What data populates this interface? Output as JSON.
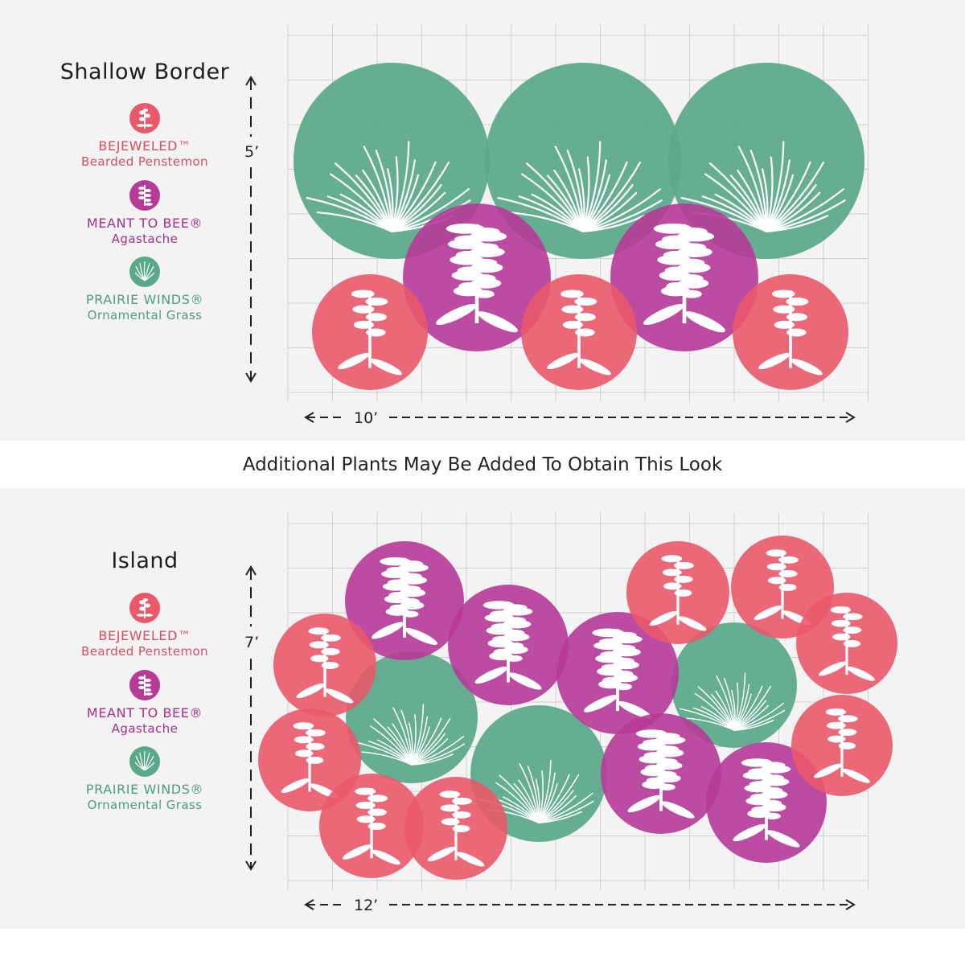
{
  "banner": "Additional Plants May Be Added To Obtain This Look",
  "colors": {
    "bejeweled": "#e9596a",
    "meant_to_bee": "#b63a98",
    "prairie_winds": "#5aa88a",
    "bejeweled_text": "#d84d63",
    "meant_to_bee_text": "#a52f8c",
    "prairie_winds_text": "#4f9d80",
    "background": "#f3f3f3"
  },
  "designs": [
    {
      "title": "Shallow Border",
      "height_label": "5’",
      "width_label": "10’",
      "legend": [
        {
          "name": "BEJEWELED™",
          "sub": "Bearded Penstemon",
          "icon": "penstemon-icon"
        },
        {
          "name": "MEANT TO BEE®",
          "sub": "Agastache",
          "icon": "agastache-icon"
        },
        {
          "name": "PRAIRIE WINDS®",
          "sub": "Ornamental Grass",
          "icon": "grass-icon"
        }
      ]
    },
    {
      "title": "Island",
      "height_label": "7’",
      "width_label": "12’",
      "legend": [
        {
          "name": "BEJEWELED™",
          "sub": "Bearded Penstemon",
          "icon": "penstemon-icon"
        },
        {
          "name": "MEANT TO BEE®",
          "sub": "Agastache",
          "icon": "agastache-icon"
        },
        {
          "name": "PRAIRIE WINDS®",
          "sub": "Ornamental Grass",
          "icon": "grass-icon"
        }
      ]
    }
  ]
}
